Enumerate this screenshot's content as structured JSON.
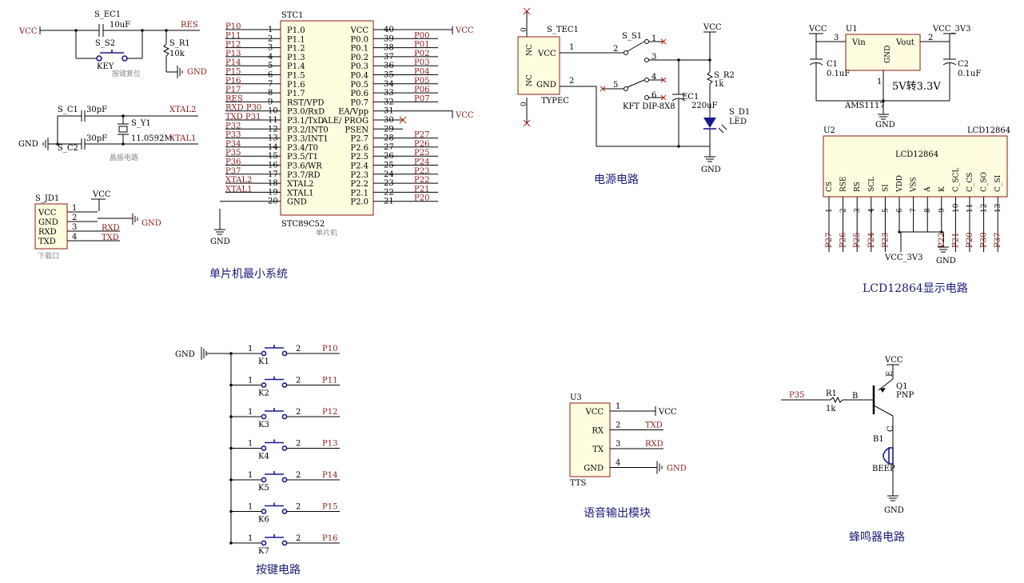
{
  "titles": {
    "mcu": "单片机最小系统",
    "power": "电源电路",
    "lcd": "LCD12864显示电路",
    "keys": "按键电路",
    "voice": "语音输出模块",
    "buzzer": "蜂鸣器电路"
  },
  "sublabels": {
    "reset": "按键复位",
    "crystal": "晶振电路",
    "download": "下载口",
    "mcu_chip": "单片机"
  },
  "reset": {
    "cap": "S_EC1",
    "cap_val": "10uF",
    "switch": "S_S2",
    "switch_val": "KEY",
    "res": "S_R1",
    "res_val": "10k",
    "net": "RES",
    "vcc": "VCC",
    "gnd": "GND"
  },
  "crystal": {
    "c1": "S_C1",
    "c2": "S_C2",
    "c_val1": "30pF",
    "c_val2": "30pF",
    "y": "S_Y1",
    "y_val": "11.0592M",
    "x2": "XTAL2",
    "x1": "XTAL1",
    "gnd": "GND"
  },
  "download": {
    "ref": "S_JD1",
    "vcc": "VCC",
    "gnd": "GND",
    "pins": [
      {
        "name": "VCC",
        "num": "1",
        "net": ""
      },
      {
        "name": "GND",
        "num": "2",
        "net": ""
      },
      {
        "name": "RXD",
        "num": "3",
        "net": "RXD"
      },
      {
        "name": "TXD",
        "num": "4",
        "net": "TXD"
      }
    ]
  },
  "mcu": {
    "ref": "STC1",
    "part": "STC89C52",
    "gnd_label": "GND",
    "vcc_label": "VCC",
    "left": [
      {
        "net": "P10",
        "num": "1",
        "name": "P1.0"
      },
      {
        "net": "P11",
        "num": "2",
        "name": "P1.1"
      },
      {
        "net": "P12",
        "num": "3",
        "name": "P1.2"
      },
      {
        "net": "P13",
        "num": "4",
        "name": "P1.3"
      },
      {
        "net": "P14",
        "num": "5",
        "name": "P1.4"
      },
      {
        "net": "P15",
        "num": "6",
        "name": "P1.5"
      },
      {
        "net": "P16",
        "num": "7",
        "name": "P1.6"
      },
      {
        "net": "P17",
        "num": "8",
        "name": "P1.7"
      },
      {
        "net": "RES",
        "num": "9",
        "name": "RST/VPD"
      },
      {
        "net": "RXD P30",
        "num": "10",
        "name": "P3.0/RxD"
      },
      {
        "net": "TXD P31",
        "num": "11",
        "name": "P3.1/TxD"
      },
      {
        "net": "P32",
        "num": "12",
        "name": "P3.2/INT0"
      },
      {
        "net": "P33",
        "num": "13",
        "name": "P3.3/INT1"
      },
      {
        "net": "P34",
        "num": "14",
        "name": "P3.4/T0"
      },
      {
        "net": "P35",
        "num": "15",
        "name": "P3.5/T1"
      },
      {
        "net": "P36",
        "num": "16",
        "name": "P3.6/WR"
      },
      {
        "net": "P37",
        "num": "17",
        "name": "P3.7/RD"
      },
      {
        "net": "XTAL2",
        "num": "18",
        "name": "XTAL2"
      },
      {
        "net": "XTAL1",
        "num": "19",
        "name": "XTAL1"
      },
      {
        "net": "",
        "num": "20",
        "name": "GND"
      }
    ],
    "right": [
      {
        "name": "VCC",
        "num": "40",
        "net": ""
      },
      {
        "name": "P0.0",
        "num": "39",
        "net": "P00"
      },
      {
        "name": "P0.1",
        "num": "38",
        "net": "P01"
      },
      {
        "name": "P0.2",
        "num": "37",
        "net": "P02"
      },
      {
        "name": "P0.3",
        "num": "36",
        "net": "P03"
      },
      {
        "name": "P0.4",
        "num": "35",
        "net": "P04"
      },
      {
        "name": "P0.5",
        "num": "34",
        "net": "P05"
      },
      {
        "name": "P0.6",
        "num": "33",
        "net": "P06"
      },
      {
        "name": "P0.7",
        "num": "32",
        "net": "P07"
      },
      {
        "name": "EA/Vpp",
        "num": "31",
        "net": ""
      },
      {
        "name": "ALE/ PROG",
        "num": "30",
        "net": ""
      },
      {
        "name": "PSEN",
        "num": "29",
        "net": ""
      },
      {
        "name": "P2.7",
        "num": "28",
        "net": "P27"
      },
      {
        "name": "P2.6",
        "num": "27",
        "net": "P26"
      },
      {
        "name": "P2.5",
        "num": "26",
        "net": "P25"
      },
      {
        "name": "P2.4",
        "num": "25",
        "net": "P24"
      },
      {
        "name": "P2.3",
        "num": "24",
        "net": "P23"
      },
      {
        "name": "P2.2",
        "num": "23",
        "net": "P22"
      },
      {
        "name": "P2.1",
        "num": "22",
        "net": "P21"
      },
      {
        "name": "P2.0",
        "num": "21",
        "net": "P20"
      }
    ]
  },
  "power": {
    "tec": "S_TEC1",
    "tec_part": "TYPEC",
    "nc": "NC",
    "vcc_pin": "VCC",
    "gnd_pin": "GND",
    "pin1": "1",
    "pin2": "2",
    "zero": "0",
    "sw": "S_S1",
    "sw_part": "KFT DIP-8X8",
    "sw_pins": [
      "1",
      "2",
      "3",
      "4",
      "5",
      "6"
    ],
    "ec": "EC1",
    "ec_val": "220uF",
    "r": "S_R2",
    "r_val": "1k",
    "d": "S_D1",
    "d_val": "LED",
    "vcc": "VCC",
    "gnd": "GND"
  },
  "regulator": {
    "ref": "U1",
    "part": "AMS1117",
    "vin": "Vin",
    "vout": "Vout",
    "gnd_pin": "GND",
    "vcc": "VCC",
    "vcc33": "VCC_3V3",
    "c1": "C1",
    "c1_val": "0.1uF",
    "c2": "C2",
    "c2_val": "0.1uF",
    "note": "5V转3.3V",
    "pin3": "3",
    "pin2": "2",
    "pin1": "1",
    "gnd": "GND"
  },
  "lcd": {
    "ref": "U2",
    "part": "LCD12864",
    "name": "LCD12864",
    "pins": [
      {
        "name": "CS",
        "num": "1",
        "net": "P27"
      },
      {
        "name": "RSE",
        "num": "2",
        "net": "P26"
      },
      {
        "name": "RS",
        "num": "3",
        "net": "P25"
      },
      {
        "name": "SCL",
        "num": "4",
        "net": "P24"
      },
      {
        "name": "SI",
        "num": "5",
        "net": "P23"
      },
      {
        "name": "VDD",
        "num": "6",
        "net": ""
      },
      {
        "name": "VSS",
        "num": "7",
        "net": ""
      },
      {
        "name": "A",
        "num": "8",
        "net": ""
      },
      {
        "name": "K",
        "num": "9",
        "net": "P22"
      },
      {
        "name": "C_SCL",
        "num": "10",
        "net": "P21"
      },
      {
        "name": "C_CS",
        "num": "11",
        "net": "P20"
      },
      {
        "name": "C_SO",
        "num": "12",
        "net": "P30"
      },
      {
        "name": "C_SI",
        "num": "13",
        "net": "P37"
      }
    ],
    "vcc33": "VCC_3V3",
    "gnd": "GND"
  },
  "keys": {
    "gnd": "GND",
    "pin1": "1",
    "pin2": "2",
    "items": [
      {
        "ref": "K1",
        "net": "P10"
      },
      {
        "ref": "K2",
        "net": "P11"
      },
      {
        "ref": "K3",
        "net": "P12"
      },
      {
        "ref": "K4",
        "net": "P13"
      },
      {
        "ref": "K5",
        "net": "P14"
      },
      {
        "ref": "K6",
        "net": "P15"
      },
      {
        "ref": "K7",
        "net": "P16"
      }
    ]
  },
  "voice": {
    "ref": "U3",
    "part": "TTS",
    "pins": [
      {
        "name": "VCC",
        "num": "1",
        "net": "VCC"
      },
      {
        "name": "RX",
        "num": "2",
        "net": "TXD"
      },
      {
        "name": "TX",
        "num": "3",
        "net": "RXD"
      },
      {
        "name": "GND",
        "num": "4",
        "net": "GND"
      }
    ]
  },
  "buzzer": {
    "vcc": "VCC",
    "net": "P35",
    "r": "R1",
    "r_val": "1k",
    "b": "B",
    "q": "Q1",
    "q_type": "PNP",
    "e": "E",
    "c": "C",
    "bz": "B1",
    "bz_part": "BEEP",
    "gnd": "GND"
  }
}
